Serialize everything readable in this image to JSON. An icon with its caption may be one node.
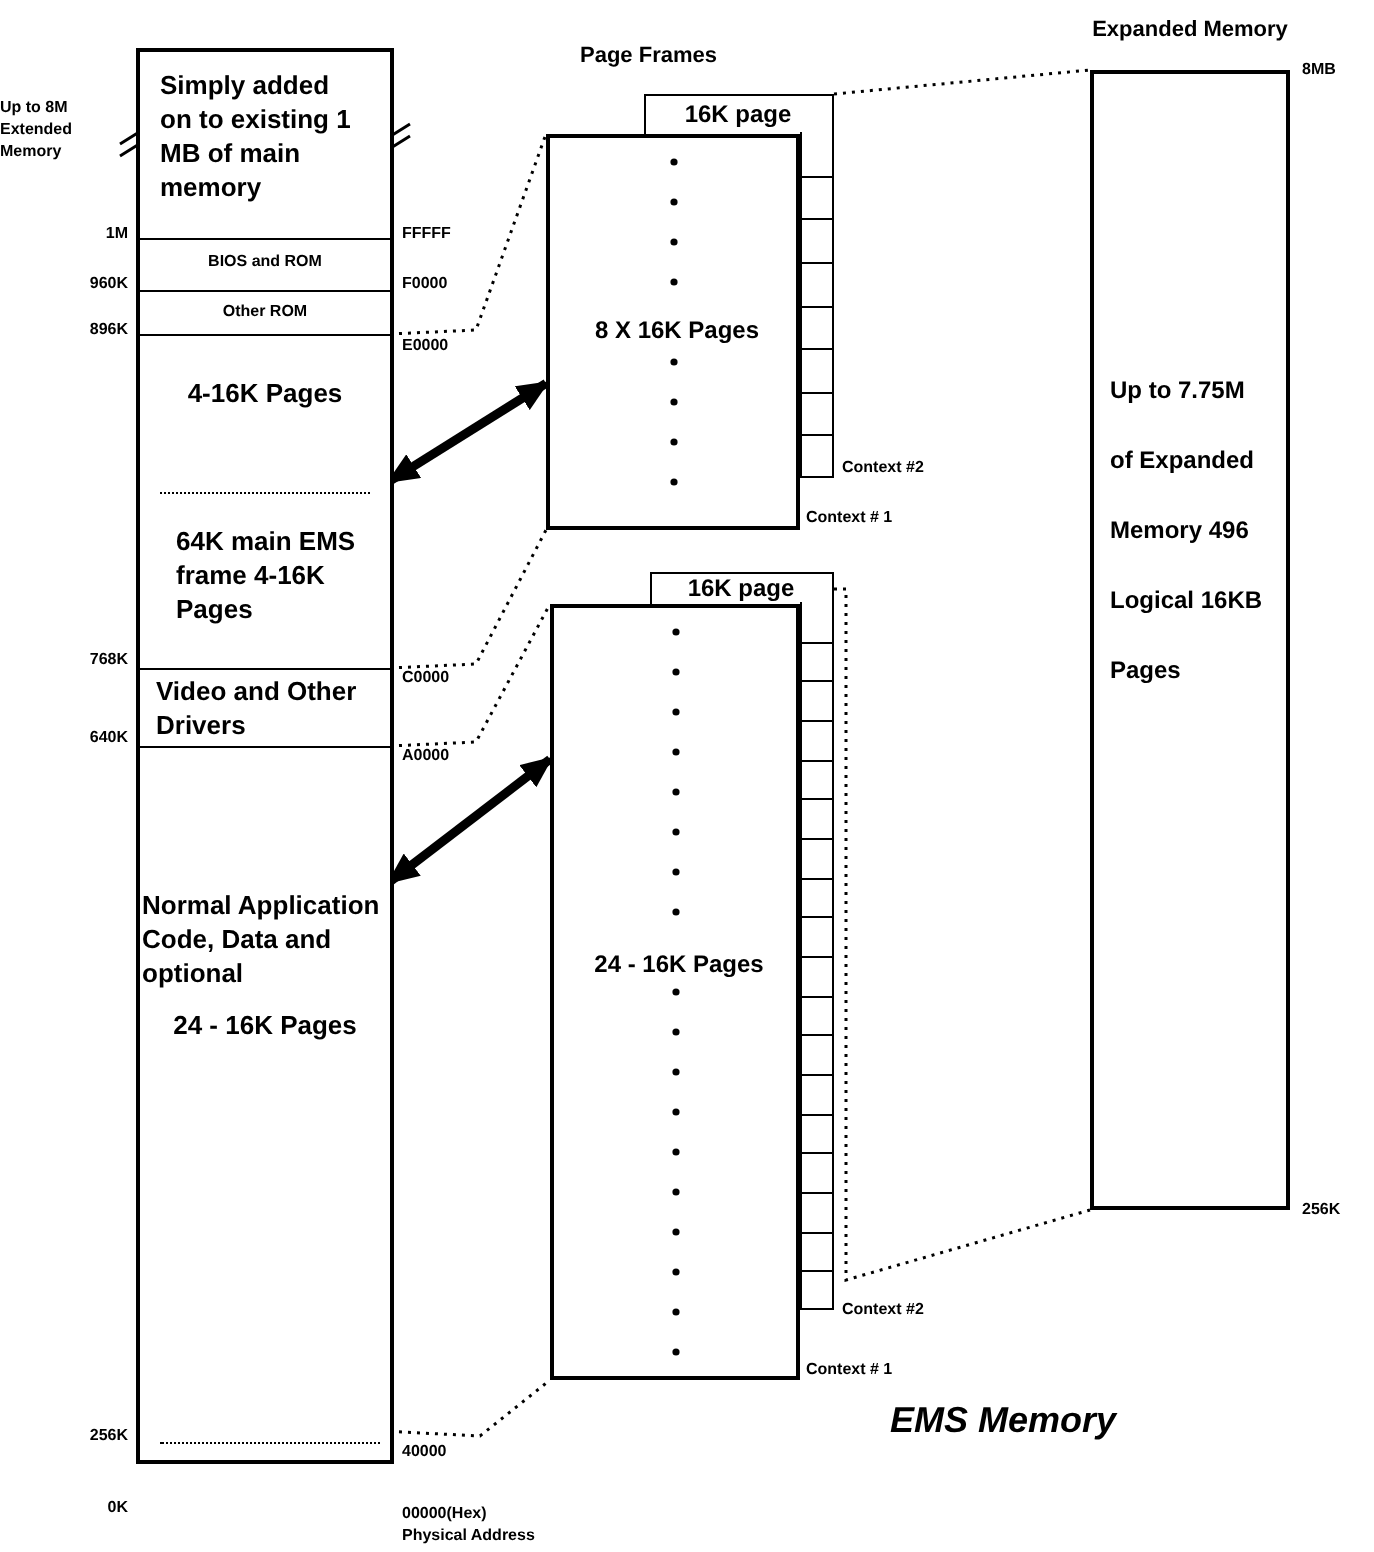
{
  "diagram": {
    "caption": "EMS Memory",
    "nodes": [
      {
        "text": [],
        "shape": "box"
      },
      {
        "text": [
          "Simply added on to existing 1 MB of main memory"
        ],
        "in": 0
      },
      {
        "text": [
          "BIOS and ROM"
        ],
        "in": 0
      },
      {
        "text": [
          "Other ROM"
        ],
        "in": 0
      },
      {
        "text": [
          "4-16K Pages",
          "64K main EMS frame 4-16K Pages"
        ],
        "in": 0
      },
      {
        "text": [
          "Video and Other Drivers"
        ],
        "in": 0
      },
      {
        "text": [
          "Normal Application Code, Data and optional",
          "24 - 16K Pages"
        ],
        "in": 0
      },
      {
        "text": [
          "16K page"
        ]
      },
      {
        "text": [
          "8 X 16K Pages"
        ],
        "beside": [
          "Context # 1"
        ]
      },
      {
        "text": [
          "16K page"
        ]
      },
      {
        "text": [
          "24 - 16K Pages"
        ],
        "beside": [
          "Context # 1"
        ]
      },
      {
        "text": [
          "Expanded Memory",
          "Up to 7.75M of Expanded Memory 496 Logical 16KB Pages"
        ]
      }
    ],
    "edges": [
      {
        "from": 4,
        "to": 8,
        "arrow": "both",
        "style": "thick"
      },
      {
        "from": 4,
        "to": 8,
        "arrow": "none",
        "style": "dashed"
      },
      {
        "from": 4,
        "to": 8,
        "arrow": "none",
        "style": "dashed"
      },
      {
        "from": 7,
        "to": 11,
        "arrow": "none",
        "style": "dashed"
      },
      {
        "from": 6,
        "to": 10,
        "arrow": "both",
        "style": "thick"
      },
      {
        "from": 6,
        "to": 10,
        "arrow": "none",
        "style": "dashed"
      },
      {
        "from": 6,
        "to": 10,
        "arrow": "none",
        "style": "dashed"
      },
      {
        "from": 9,
        "to": 11,
        "arrow": "none",
        "style": "dashed"
      }
    ],
    "labels": [
      "Up to 8M Extended Memory",
      "Page Frames",
      "8MB",
      "1M",
      "FFFFF",
      "960K",
      "F0000",
      "896K",
      "E0000",
      "Context #2",
      "768K",
      "C0000",
      "640K",
      "A0000",
      "256K",
      "Context #2",
      "256K",
      "40000",
      "0K",
      "00000(Hex)",
      "Physical Address"
    ]
  }
}
